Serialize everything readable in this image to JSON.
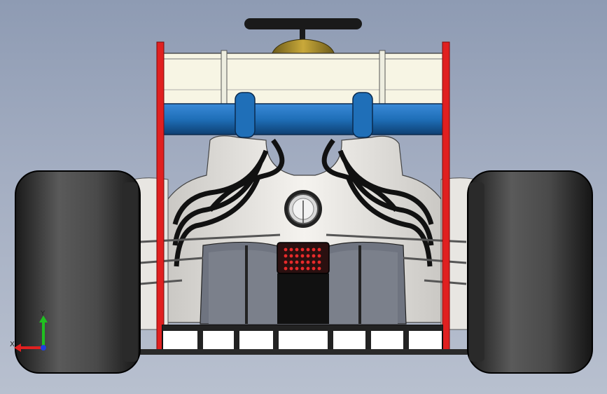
{
  "viewport": {
    "name": "3d-model-viewport",
    "background_top": "#8e9bb3",
    "background_bottom": "#b8c0cf"
  },
  "model": {
    "subject": "f1-car-rear-view",
    "colors": {
      "endplate": "#e02020",
      "wing_surface": "#f7f5e4",
      "beam_wing": "#1f6fb8",
      "body": "#f2f0ec",
      "tyre": "#3d3d3d",
      "diffuser": "#6f7480",
      "rain_light": "#d21c1c"
    }
  },
  "triad": {
    "x_label": "X",
    "y_label": "Y",
    "x_color": "#e02020",
    "y_color": "#20c020",
    "z_color": "#2040e0"
  }
}
